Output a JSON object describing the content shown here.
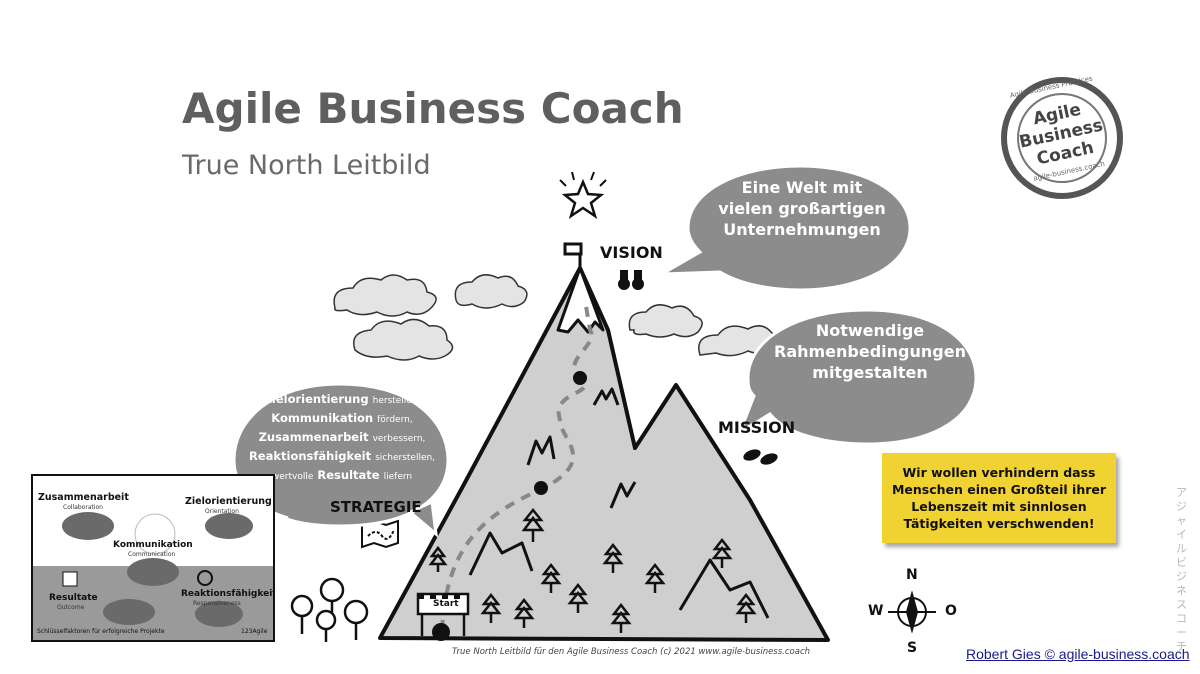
{
  "header": {
    "title": "Agile Business Coach",
    "subtitle": "True North Leitbild"
  },
  "logo": {
    "line1": "Agile",
    "line2": "Business",
    "line3": "Coach",
    "ring_top": "Agile Business Practices",
    "ring_bottom": "agile-business.coach"
  },
  "labels": {
    "vision": "VISION",
    "mission": "MISSION",
    "strategie": "STRATEGIE",
    "start": "Start"
  },
  "bubbles": {
    "vision": [
      "Eine Welt mit",
      "vielen großartigen",
      "Unternehmungen"
    ],
    "mission": [
      "Notwendige",
      "Rahmenbedingungen",
      "mitgestalten"
    ],
    "strategie": [
      {
        "bold": "Zielorientierung",
        "rest": "herstellen,"
      },
      {
        "bold": "Kommunikation",
        "rest": "fördern,"
      },
      {
        "bold": "Zusammenarbeit",
        "rest": "verbessern,"
      },
      {
        "bold": "Reaktionsfähigkeit",
        "rest": "sicherstellen,"
      },
      {
        "pre": "wertvolle",
        "bold": "Resultate",
        "rest": "liefern"
      }
    ]
  },
  "note": {
    "text": "Wir wollen verhindern dass Menschen einen Großteil ihrer Lebenszeit mit sinnlosen Tätigkeiten verschwenden!"
  },
  "compass": {
    "n": "N",
    "s": "S",
    "w": "W",
    "o": "O"
  },
  "caption": "True North Leitbild für den Agile Business Coach (c) 2021 www.agile-business.coach",
  "credit": "Robert Gies © agile-business.coach",
  "vertical_text": "アジャイルビジネスコーチ",
  "thumbnail": {
    "zusammenarbeit": "Zusammenarbeit",
    "collaboration": "Collaboration",
    "zielorientierung": "Zielorientierung",
    "orientation": "Orientation",
    "kommunikation": "Kommunikation",
    "communication": "Communication",
    "resultate": "Resultate",
    "outcome": "Outcome",
    "reaktionsfaehigkeit": "Reaktionsfähigkeit",
    "responsiveness": "Responsiveness",
    "footer": "Schlüsselfaktoren für erfolgreiche Projekte",
    "brand": "123Agile"
  },
  "colors": {
    "bubble": "#8c8c8c",
    "note": "#f0d232",
    "mountain": "#cfcfcf",
    "title": "#5f5f5f"
  }
}
